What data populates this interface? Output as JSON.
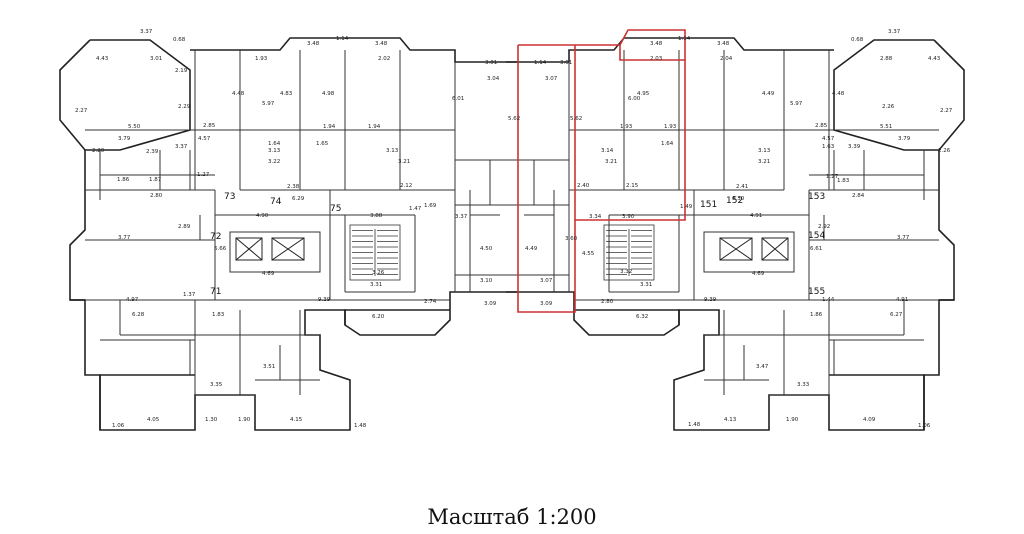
{
  "scale_label": "Масштаб 1:200",
  "colors": {
    "wall": "#222222",
    "highlight": "#cc3333"
  },
  "apartment_numbers": [
    "73",
    "74",
    "75",
    "72",
    "71",
    "151",
    "152",
    "153",
    "154",
    "155"
  ],
  "dimensions": [
    "3.37",
    "0.68",
    "3.48",
    "1.14",
    "3.48",
    "3.01",
    "1.14",
    "3.01",
    "3.48",
    "1.14",
    "3.48",
    "3.37",
    "0.68",
    "4.43",
    "3.01",
    "2.19",
    "4.48",
    "1.93",
    "2.02",
    "3.04",
    "3.07",
    "2.03",
    "2.04",
    "4.49",
    "2.88",
    "4.43",
    "2.27",
    "2.29",
    "5.97",
    "4.83",
    "4.98",
    "6.01",
    "5.62",
    "5.62",
    "6.00",
    "4.95",
    "5.97",
    "4.48",
    "2.26",
    "2.27",
    "5.50",
    "2.85",
    "1.94",
    "1.94",
    "1.93",
    "1.93",
    "2.85",
    "5.51",
    "3.79",
    "4.57",
    "3.13",
    "3.13",
    "3.14",
    "3.13",
    "4.57",
    "3.79",
    "2.20",
    "3.37",
    "2.39",
    "1.64",
    "1.65",
    "1.64",
    "1.63",
    "3.39",
    "2.26",
    "1.86",
    "1.87",
    "1.27",
    "3.22",
    "3.21",
    "3.21",
    "3.21",
    "1.27",
    "1.83",
    "2.80",
    "2.38",
    "6.29",
    "2.12",
    "2.40",
    "2.15",
    "2.41",
    "6.30",
    "2.84",
    "4.90",
    "3.88",
    "1.47",
    "1.69",
    "3.37",
    "3.34",
    "3.90",
    "1.49",
    "4.91",
    "3.77",
    "2.89",
    "2.92",
    "3.77",
    "6.66",
    "6.61",
    "4.69",
    "3.26",
    "4.50",
    "4.49",
    "3.60",
    "4.55",
    "3.32",
    "4.69",
    "3.10",
    "3.07",
    "3.31",
    "3.31",
    "4.97",
    "1.37",
    "9.39",
    "2.74",
    "3.09",
    "3.09",
    "2.80",
    "9.39",
    "1.44",
    "4.91",
    "6.28",
    "1.83",
    "6.20",
    "6.32",
    "1.86",
    "6.27",
    "3.51",
    "3.47",
    "3.35",
    "3.33",
    "4.05",
    "1.30",
    "1.90",
    "4.15",
    "4.13",
    "1.90",
    "4.09",
    "1.06",
    "1.48",
    "1.48",
    "1.06"
  ]
}
